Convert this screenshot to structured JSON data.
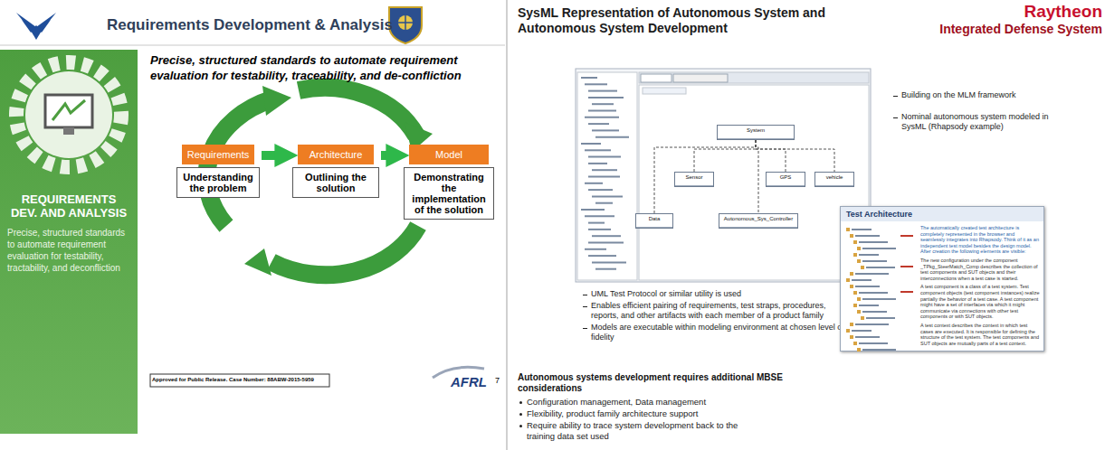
{
  "diagram": {
    "title": "Requirements Development & Analysis",
    "nodes": [
      {
        "text": [
          "REQUIREMENTS DEV. AND ANALYSIS",
          "Precise, structured standards to automate requirement evaluation for testability, tractability, and deconfliction"
        ]
      },
      {
        "text": [
          "Requirements",
          "Understanding the problem"
        ]
      },
      {
        "text": [
          "Architecture",
          "Outlining the solution"
        ]
      },
      {
        "text": [
          "Model",
          "Demonstrating the implementation of the solution"
        ]
      },
      {
        "text": [
          "System"
        ]
      },
      {
        "text": [
          "Sensor"
        ]
      },
      {
        "text": [
          "GPS"
        ]
      },
      {
        "text": [
          "vehicle"
        ]
      },
      {
        "text": [
          "Data"
        ]
      },
      {
        "text": [
          "Autonomous_Sys_Controller"
        ]
      },
      {
        "text": [
          "Test Architecture",
          "The automatically created test architecture is completely represented in the browser and seamlessly integrates into Rhapsody. Think of it as an independent test model besides the design model. After creation the following elements are visible:",
          "The new configuration under the component _TPkg_SteerMatch_Comp describes the collection of test components and SUT objects and their interconnections when a test case is started.",
          "A test component is a class of a test system. Test component objects (test component instances) realize partially the behavior of a test case. A test component might have a set of interfaces via which it might communicate via connections with other test components or with SUT objects.",
          "A test context describes the context in which test cases are executed. It is responsible for defining the structure of the test system. The test components and SUT objects are mutually parts of a test context."
        ]
      }
    ],
    "edges": [
      {
        "from": 1,
        "to": 2,
        "arrow": "to"
      },
      {
        "from": 2,
        "to": 3,
        "arrow": "to"
      },
      {
        "from": 4,
        "to": 5,
        "arrow": "none"
      },
      {
        "from": 4,
        "to": 6,
        "arrow": "none"
      },
      {
        "from": 4,
        "to": 7,
        "arrow": "none"
      },
      {
        "from": 4,
        "to": 8,
        "arrow": "none"
      },
      {
        "from": 4,
        "to": 9,
        "arrow": "none"
      }
    ],
    "labels": [
      "Precise, structured standards to automate requirement evaluation for testability, traceability, and de-confliction",
      "Approved for Public Release. Case Number: 88ABW-2015-5959",
      "AFRL",
      "7",
      "SysML Representation of Autonomous System and Autonomous System Development",
      "Raytheon",
      "Integrated Defense System",
      "Building on the MLM framework",
      "Nominal autonomous system modeled in SysML (Rhapsody example)",
      "UML Test Protocol or similar utility is used",
      "Enables efficient pairing of requirements, test straps, procedures, reports, and other artifacts with each member of a product family",
      "Models are executable within modeling environment at chosen level of fidelity",
      "Autonomous systems development requires additional MBSE considerations",
      "Configuration management, Data management",
      "Flexibility, product family architecture support",
      "Require ability to trace system development back to the training data set used"
    ]
  }
}
